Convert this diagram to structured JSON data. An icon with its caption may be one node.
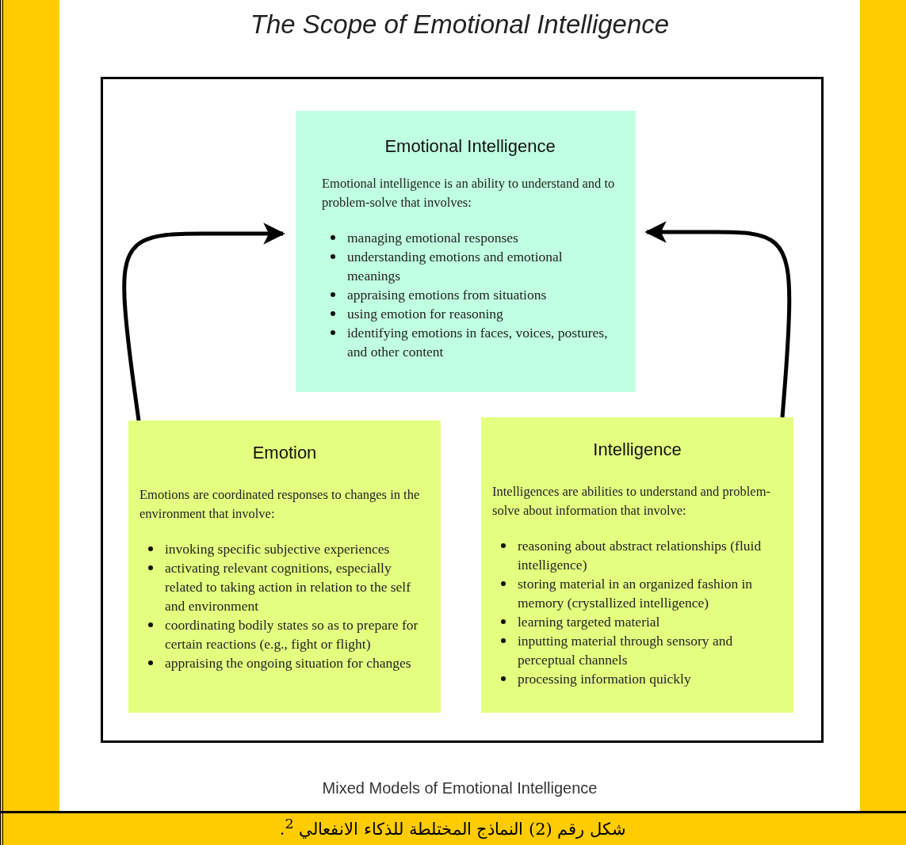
{
  "diagram": {
    "title": "The Scope of Emotional Intelligence",
    "caption": "شكل رقم (2) النماذج المختلطة للذكاء الانفعالي $^{2}$.",
    "nodes": [
      {
        "text": [
          "Emotional Intelligence",
          "Emotional intelligence is an ability to understand and to problem-solve that involves:",
          "managing emotional responses",
          "understanding emotions and emotional meanings",
          "appraising emotions from situations",
          "using emotion for reasoning",
          "identifying emotions in faces, voices, postures, and other content"
        ]
      },
      {
        "text": [
          "Emotion",
          "Emotions are coordinated responses to changes in the environment that involve:",
          "invoking specific subjective experiences",
          "activating relevant cognitions, especially related to taking action in relation to the self and environment",
          "coordinating bodily states so as to prepare for certain reactions (e.g., fight or flight)",
          "appraising the ongoing situation for changes"
        ]
      },
      {
        "text": [
          "Intelligence",
          "Intelligences are abilities to understand and problem-solve about information that involve:",
          "reasoning about abstract relationships (fluid intelligence)",
          "storing material in an organized fashion in memory (crystallized intelligence)",
          "learning targeted material",
          "inputting material through sensory and perceptual channels",
          "processing information quickly"
        ]
      }
    ],
    "edges": [
      {
        "from": 1,
        "to": 0,
        "arrow": "to"
      },
      {
        "from": 2,
        "to": 0,
        "arrow": "to"
      }
    ],
    "labels": [
      "Mixed Models of Emotional Intelligence"
    ]
  }
}
